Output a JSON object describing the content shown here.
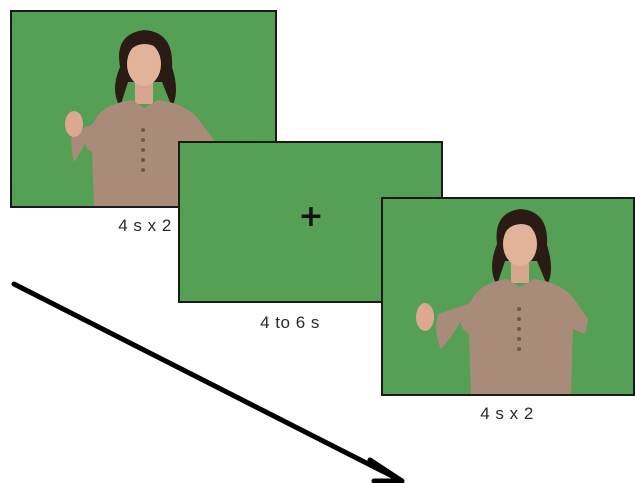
{
  "trials": [
    {
      "caption": "4 s x 2",
      "scene": "signer-video-frame"
    },
    {
      "caption": "4 to 6 s",
      "fixation_symbol": "+",
      "scene": "fixation-screen"
    },
    {
      "caption": "4 s x 2",
      "scene": "signer-video-frame"
    }
  ],
  "colors": {
    "background_green": "#55a054",
    "frame_border": "#1a1a1a",
    "arrow": "#000000",
    "caption_text": "#2a2a2a"
  },
  "icons": {
    "time_arrow": "diagonal-arrow-down-right"
  }
}
